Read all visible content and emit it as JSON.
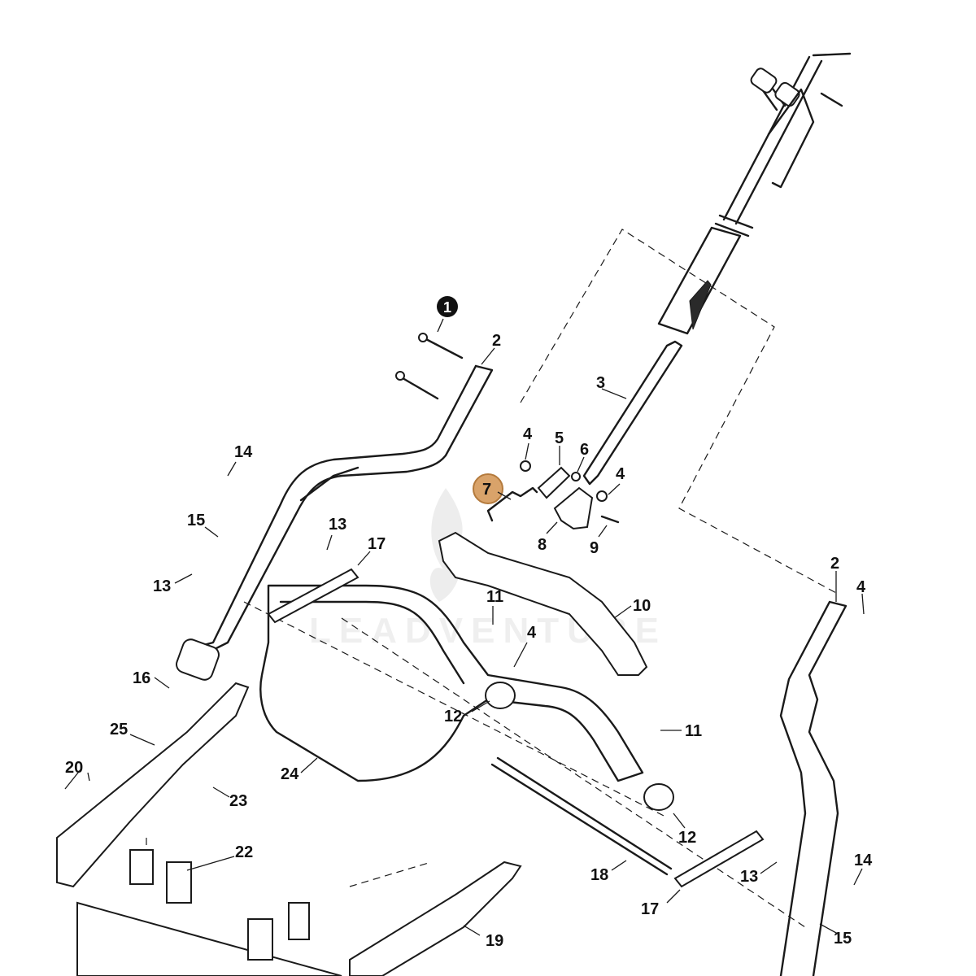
{
  "diagram": {
    "marker": "1",
    "highlighted_callout": "7",
    "highlight_color": "#d9a36a",
    "watermark": "LEADVENTURE",
    "callouts": [
      "2",
      "3",
      "4",
      "5",
      "6",
      "7",
      "8",
      "9",
      "10",
      "11",
      "12",
      "13",
      "14",
      "15",
      "16",
      "17",
      "18",
      "19",
      "20",
      "22",
      "23",
      "24",
      "25"
    ],
    "labels": {
      "l2a": "2",
      "l2b": "2",
      "l3": "3",
      "l4a": "4",
      "l4b": "4",
      "l4c": "4",
      "l4d": "4",
      "l5": "5",
      "l6": "6",
      "l7": "7",
      "l8": "8",
      "l9": "9",
      "l10": "10",
      "l11a": "11",
      "l11b": "11",
      "l12a": "12",
      "l12b": "12",
      "l13a": "13",
      "l13b": "13",
      "l13c": "13",
      "l14a": "14",
      "l14b": "14",
      "l15a": "15",
      "l15b": "15",
      "l16": "16",
      "l17a": "17",
      "l17b": "17",
      "l18": "18",
      "l19": "19",
      "l20": "20",
      "l22": "22",
      "l23": "23",
      "l24": "24",
      "l25": "25"
    }
  }
}
